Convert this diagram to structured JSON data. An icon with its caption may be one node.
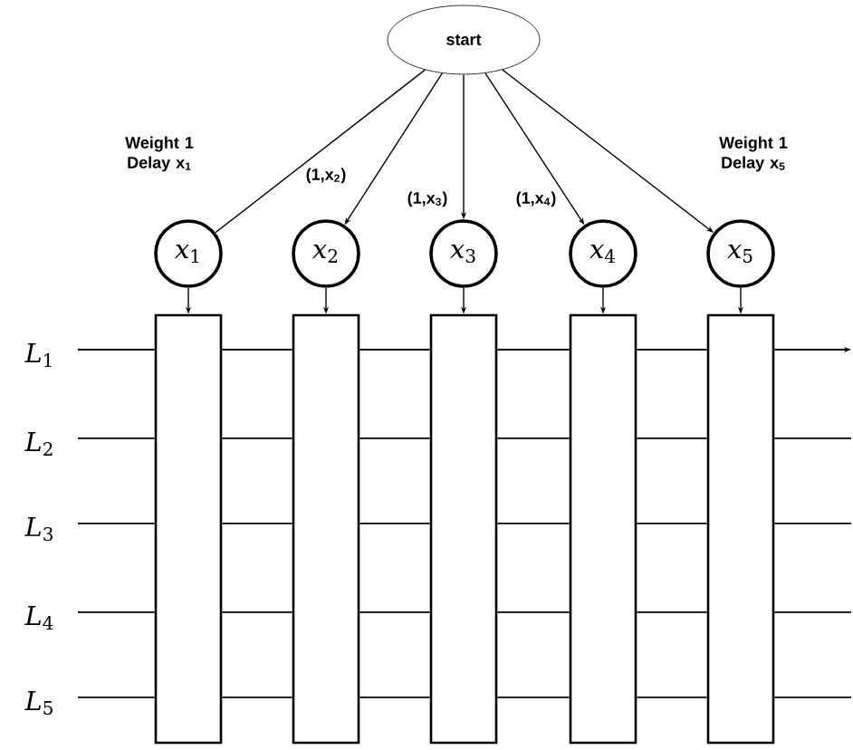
{
  "diagram": {
    "nodes": [
      {
        "text": [
          "start"
        ]
      },
      {
        "text": [
          "*x*$_{1}$"
        ]
      },
      {
        "text": [
          "*x*$_{2}$"
        ]
      },
      {
        "text": [
          "*x*$_{3}$"
        ]
      },
      {
        "text": [
          "*x*$_{4}$"
        ]
      },
      {
        "text": [
          "*x*$_{5}$"
        ]
      },
      {
        "text": [],
        "shape": "box"
      },
      {
        "text": [],
        "shape": "box"
      },
      {
        "text": [],
        "shape": "box"
      },
      {
        "text": [],
        "shape": "box"
      },
      {
        "text": [],
        "shape": "box"
      }
    ],
    "edges": [
      {
        "from": 0,
        "to": 1,
        "arrow": "none",
        "label": "Weight 1 Delay x$_{1}$"
      },
      {
        "from": 0,
        "to": 2,
        "arrow": "to",
        "label": "(1,x$_{2}$)"
      },
      {
        "from": 0,
        "to": 3,
        "arrow": "to",
        "label": "(1,x$_{3}$)"
      },
      {
        "from": 0,
        "to": 4,
        "arrow": "to",
        "label": "(1,x$_{4}$)"
      },
      {
        "from": 0,
        "to": 5,
        "arrow": "to",
        "label": "Weight 1 Delay x$_{5}$"
      },
      {
        "from": 1,
        "to": 6,
        "arrow": "to"
      },
      {
        "from": 2,
        "to": 7,
        "arrow": "to"
      },
      {
        "from": 3,
        "to": 8,
        "arrow": "to"
      },
      {
        "from": 4,
        "to": 9,
        "arrow": "to"
      },
      {
        "from": 5,
        "to": 10,
        "arrow": "to"
      },
      {
        "from": null,
        "to": 6,
        "arrow": "none"
      },
      {
        "from": 6,
        "to": 7,
        "arrow": "none"
      },
      {
        "from": 7,
        "to": 8,
        "arrow": "none"
      },
      {
        "from": 8,
        "to": 9,
        "arrow": "none"
      },
      {
        "from": 9,
        "to": 10,
        "arrow": "none"
      },
      {
        "from": 10,
        "to": null,
        "arrow": "to"
      },
      {
        "from": null,
        "to": 6,
        "arrow": "none"
      },
      {
        "from": 6,
        "to": 7,
        "arrow": "none"
      },
      {
        "from": 7,
        "to": 8,
        "arrow": "none"
      },
      {
        "from": 8,
        "to": 9,
        "arrow": "none"
      },
      {
        "from": 9,
        "to": 10,
        "arrow": "none"
      },
      {
        "from": 10,
        "to": null,
        "arrow": "none"
      },
      {
        "from": null,
        "to": 6,
        "arrow": "none"
      },
      {
        "from": 6,
        "to": 7,
        "arrow": "none"
      },
      {
        "from": 7,
        "to": 8,
        "arrow": "none"
      },
      {
        "from": 8,
        "to": 9,
        "arrow": "none"
      },
      {
        "from": 9,
        "to": 10,
        "arrow": "none"
      },
      {
        "from": 10,
        "to": null,
        "arrow": "none"
      },
      {
        "from": null,
        "to": 6,
        "arrow": "none"
      },
      {
        "from": 6,
        "to": 7,
        "arrow": "none"
      },
      {
        "from": 7,
        "to": 8,
        "arrow": "none"
      },
      {
        "from": 8,
        "to": 9,
        "arrow": "none"
      },
      {
        "from": 9,
        "to": 10,
        "arrow": "none"
      },
      {
        "from": 10,
        "to": null,
        "arrow": "none"
      },
      {
        "from": null,
        "to": 6,
        "arrow": "none"
      },
      {
        "from": 6,
        "to": 7,
        "arrow": "none"
      },
      {
        "from": 7,
        "to": 8,
        "arrow": "none"
      },
      {
        "from": 8,
        "to": 9,
        "arrow": "none"
      },
      {
        "from": 9,
        "to": 10,
        "arrow": "none"
      },
      {
        "from": 10,
        "to": null,
        "arrow": "none"
      }
    ],
    "labels": [
      "*L*$_{1}$",
      "*L*$_{2}$",
      "*L*$_{3}$",
      "*L*$_{4}$",
      "*L*$_{5}$"
    ]
  }
}
